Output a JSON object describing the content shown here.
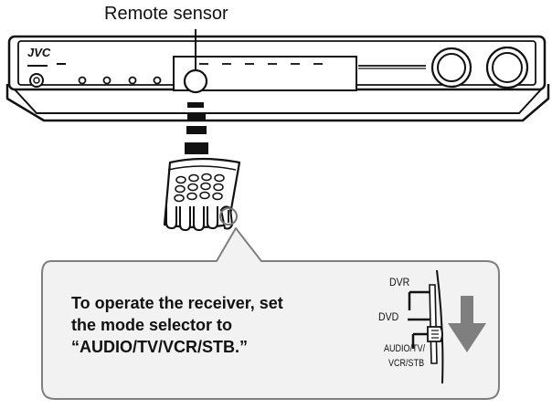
{
  "labels": {
    "remote_sensor": "Remote sensor",
    "brand": "JVC"
  },
  "instruction": {
    "line1": "To operate the receiver, set",
    "line2": "the mode selector to",
    "line3": "“AUDIO/TV/VCR/STB.”"
  },
  "mode_switch": {
    "positions": [
      "DVR",
      "DVD",
      "AUDIO/TV/",
      "VCR/STB"
    ]
  },
  "colors": {
    "line": "#111111",
    "callout_fill": "#f2f2f2",
    "arrow": "#7f7f7f"
  }
}
